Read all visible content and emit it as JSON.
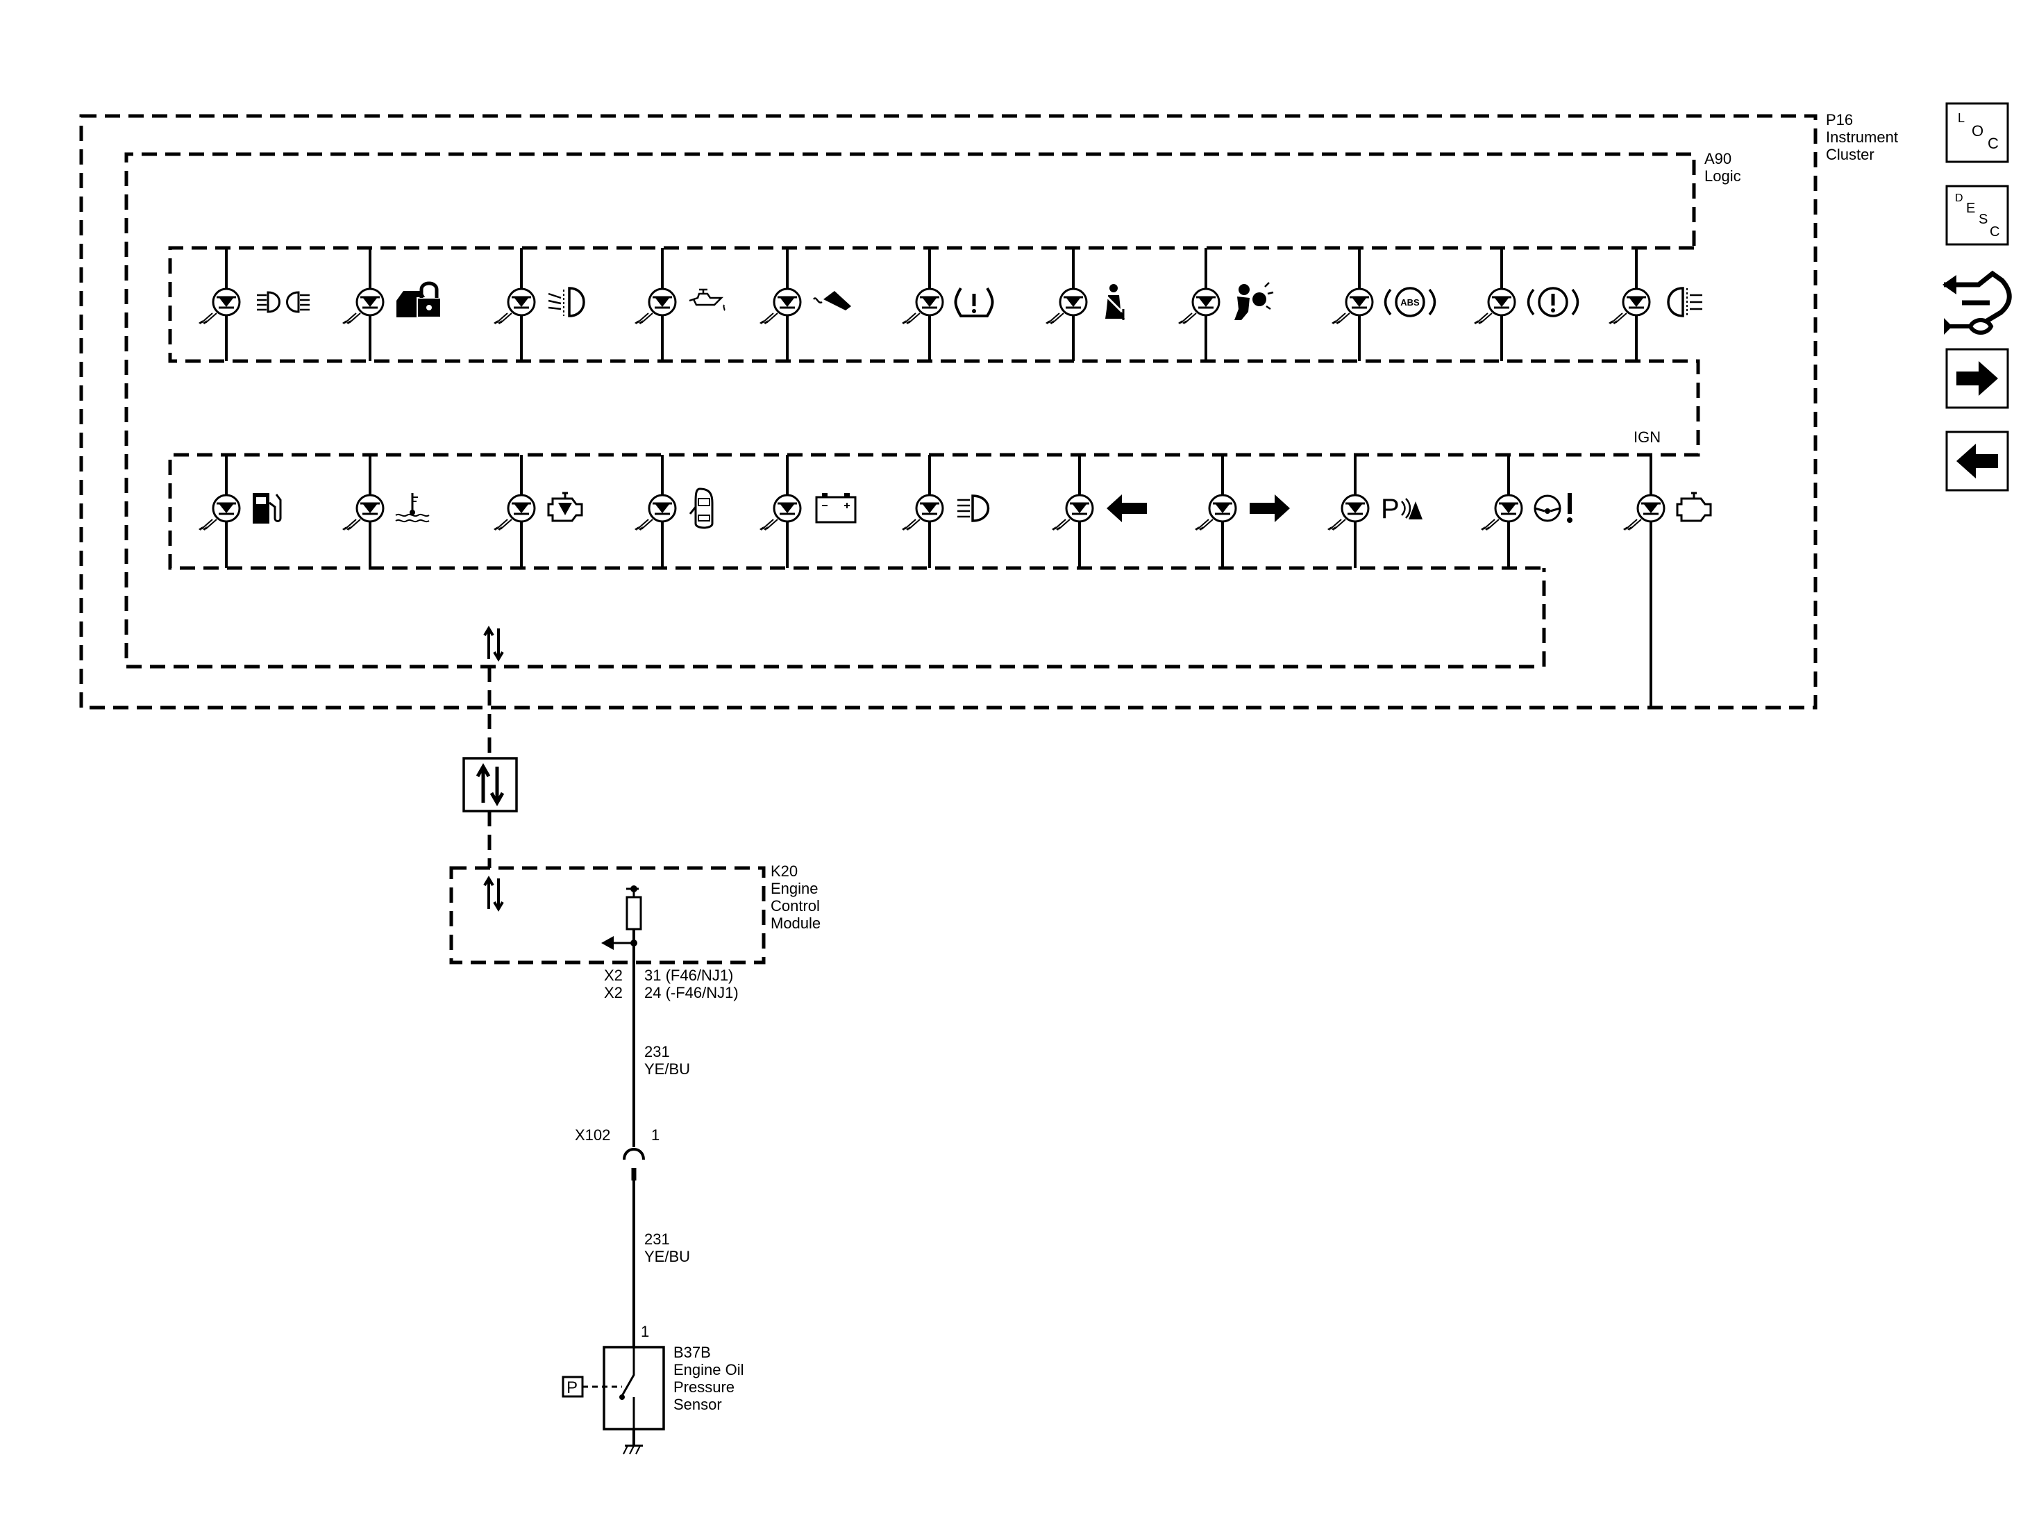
{
  "modules": {
    "p16": {
      "code": "P16",
      "name_lines": [
        "Instrument",
        "Cluster"
      ]
    },
    "a90": {
      "code": "A90",
      "name_lines": [
        "Logic"
      ]
    },
    "k20": {
      "code": "K20",
      "name_lines": [
        "Engine",
        "Control",
        "Module"
      ]
    },
    "b37b": {
      "code": "B37B",
      "name_lines": [
        "Engine Oil",
        "Pressure",
        "Sensor"
      ]
    }
  },
  "ign_label": "IGN",
  "ecm_pins": [
    {
      "connector": "X2",
      "pin": "31 (F46/NJ1)"
    },
    {
      "connector": "X2",
      "pin": "24 (-F46/NJ1)"
    }
  ],
  "wire_upper": {
    "circuit": "231",
    "color": "YE/BU"
  },
  "wire_lower": {
    "circuit": "231",
    "color": "YE/BU"
  },
  "inline_connector": {
    "code": "X102",
    "pin": "1"
  },
  "sensor_pin": "1",
  "pressure_symbol": "P",
  "lamp_symbol": "P",
  "nav_buttons": {
    "loc": [
      "L",
      "O",
      "C"
    ],
    "desc": [
      "D",
      "E",
      "S",
      "C"
    ]
  },
  "indicator_row_1": [
    "low-beam-icon",
    "vehicle-security-icon",
    "front-fog-icon",
    "oil-pressure-icon",
    "oil-level-icon",
    "tire-pressure-icon",
    "seat-belt-icon",
    "airbag-icon",
    "abs-icon",
    "brake-warning-icon",
    "rear-fog-icon"
  ],
  "indicator_row_2": [
    "fuel-level-icon",
    "coolant-temp-icon",
    "engine-oil-icon",
    "door-ajar-icon",
    "battery-icon",
    "high-beam-icon",
    "turn-left-icon",
    "turn-right-icon",
    "park-assist-icon",
    "steering-warning-icon",
    "check-engine-icon"
  ]
}
